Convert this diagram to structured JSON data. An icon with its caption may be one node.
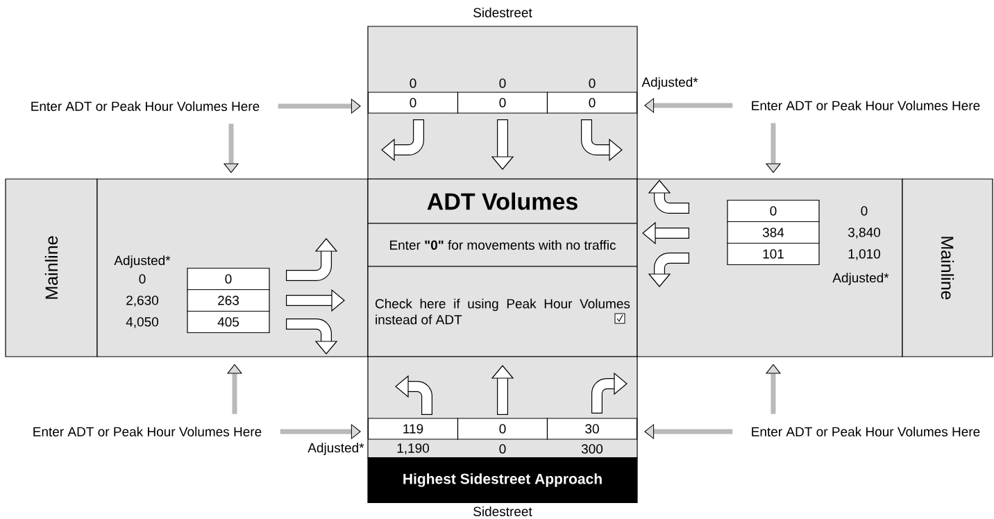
{
  "diagram": {
    "nodes": [
      {
        "text": [
          "Mainline"
        ]
      },
      {
        "text": [],
        "shape": "box"
      },
      {
        "text": [
          "0"
        ],
        "in": 1
      },
      {
        "text": [
          "263"
        ],
        "in": 1
      },
      {
        "text": [
          "405"
        ],
        "in": 1
      },
      {
        "text": [],
        "shape": "box"
      },
      {
        "text": [
          "0"
        ],
        "in": 5
      },
      {
        "text": [
          "0"
        ],
        "in": 5
      },
      {
        "text": [
          "0"
        ],
        "in": 5
      },
      {
        "text": [
          "ADT Volumes"
        ]
      },
      {
        "text": [
          "Enter **\"0\"** for movements with no traffic"
        ]
      },
      {
        "text": [
          "Check here if using Peak Hour Volumes instead of ADT"
        ]
      },
      {
        "text": [],
        "shape": "box"
      },
      {
        "text": [
          "0"
        ],
        "in": 12
      },
      {
        "text": [
          "384"
        ],
        "in": 12
      },
      {
        "text": [
          "101"
        ],
        "in": 12
      },
      {
        "text": [
          "Mainline"
        ]
      },
      {
        "text": [],
        "shape": "box"
      },
      {
        "text": [
          "119"
        ],
        "in": 17
      },
      {
        "text": [
          "0"
        ],
        "in": 17
      },
      {
        "text": [
          "30"
        ],
        "in": 17
      },
      {
        "text": [
          "Highest Sidestreet Approach"
        ]
      },
      {
        "text": [
          "Enter ADT or Peak Hour Volumes Here"
        ]
      },
      {
        "text": [
          "Enter ADT or Peak Hour Volumes Here"
        ]
      },
      {
        "text": [
          "Enter ADT or Peak Hour Volumes Here"
        ]
      },
      {
        "text": [
          "Enter ADT or Peak Hour Volumes Here"
        ]
      }
    ],
    "edges": [
      {
        "from": 22,
        "to": 6,
        "arrow": "to"
      },
      {
        "from": 22,
        "to": 1,
        "arrow": "to"
      },
      {
        "from": 23,
        "to": 8,
        "arrow": "to"
      },
      {
        "from": 23,
        "to": 12,
        "arrow": "to"
      },
      {
        "from": 24,
        "to": 1,
        "arrow": "to"
      },
      {
        "from": 24,
        "to": 18,
        "arrow": "to"
      },
      {
        "from": 25,
        "to": 12,
        "arrow": "to"
      },
      {
        "from": 25,
        "to": 20,
        "arrow": "to"
      }
    ],
    "labels": [
      "Sidestreet",
      "0",
      "0",
      "0",
      "Adjusted*",
      "Adjusted*",
      "0",
      "2,630",
      "4,050",
      "0",
      "3,840",
      "1,010",
      "Adjusted*",
      "Adjusted*",
      "1,190",
      "0",
      "300",
      "Sidestreet"
    ]
  }
}
